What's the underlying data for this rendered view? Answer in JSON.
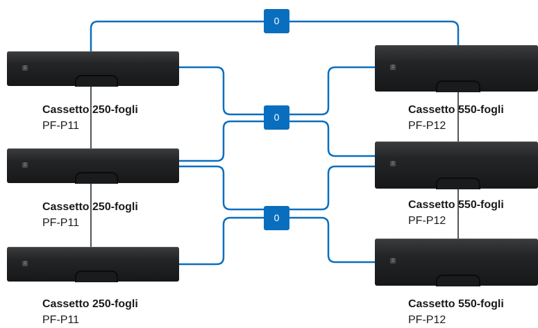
{
  "counters": [
    {
      "value": "0"
    },
    {
      "value": "0"
    },
    {
      "value": "0"
    }
  ],
  "trays_left": [
    {
      "name": "Cassetto 250-fogli",
      "model": "PF-P11",
      "badge": "2"
    },
    {
      "name": "Cassetto 250-fogli",
      "model": "PF-P11",
      "badge": "2"
    },
    {
      "name": "Cassetto 250-fogli",
      "model": "PF-P11",
      "badge": "2"
    }
  ],
  "trays_right": [
    {
      "name": "Cassetto 550-fogli",
      "model": "PF-P12",
      "badge": "2"
    },
    {
      "name": "Cassetto 550-fogli",
      "model": "PF-P12",
      "badge": "2"
    },
    {
      "name": "Cassetto 550-fogli",
      "model": "PF-P12",
      "badge": "2"
    }
  ],
  "colors": {
    "connector": "#0a6ebe",
    "tray_line": "#555555",
    "text": "#1a1a1a"
  }
}
